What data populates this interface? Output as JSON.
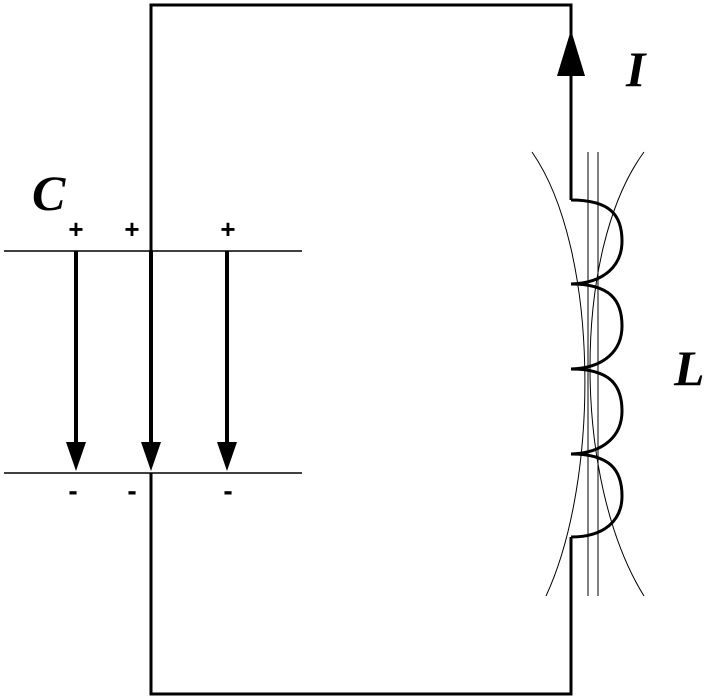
{
  "labels": {
    "current": "I",
    "capacitor": "C",
    "inductor": "L"
  },
  "plates": {
    "top_charges": [
      "+",
      "+",
      "+"
    ],
    "bottom_charges": [
      "-",
      "-",
      "-"
    ]
  },
  "colors": {
    "stroke": "#000000",
    "background": "#ffffff"
  }
}
